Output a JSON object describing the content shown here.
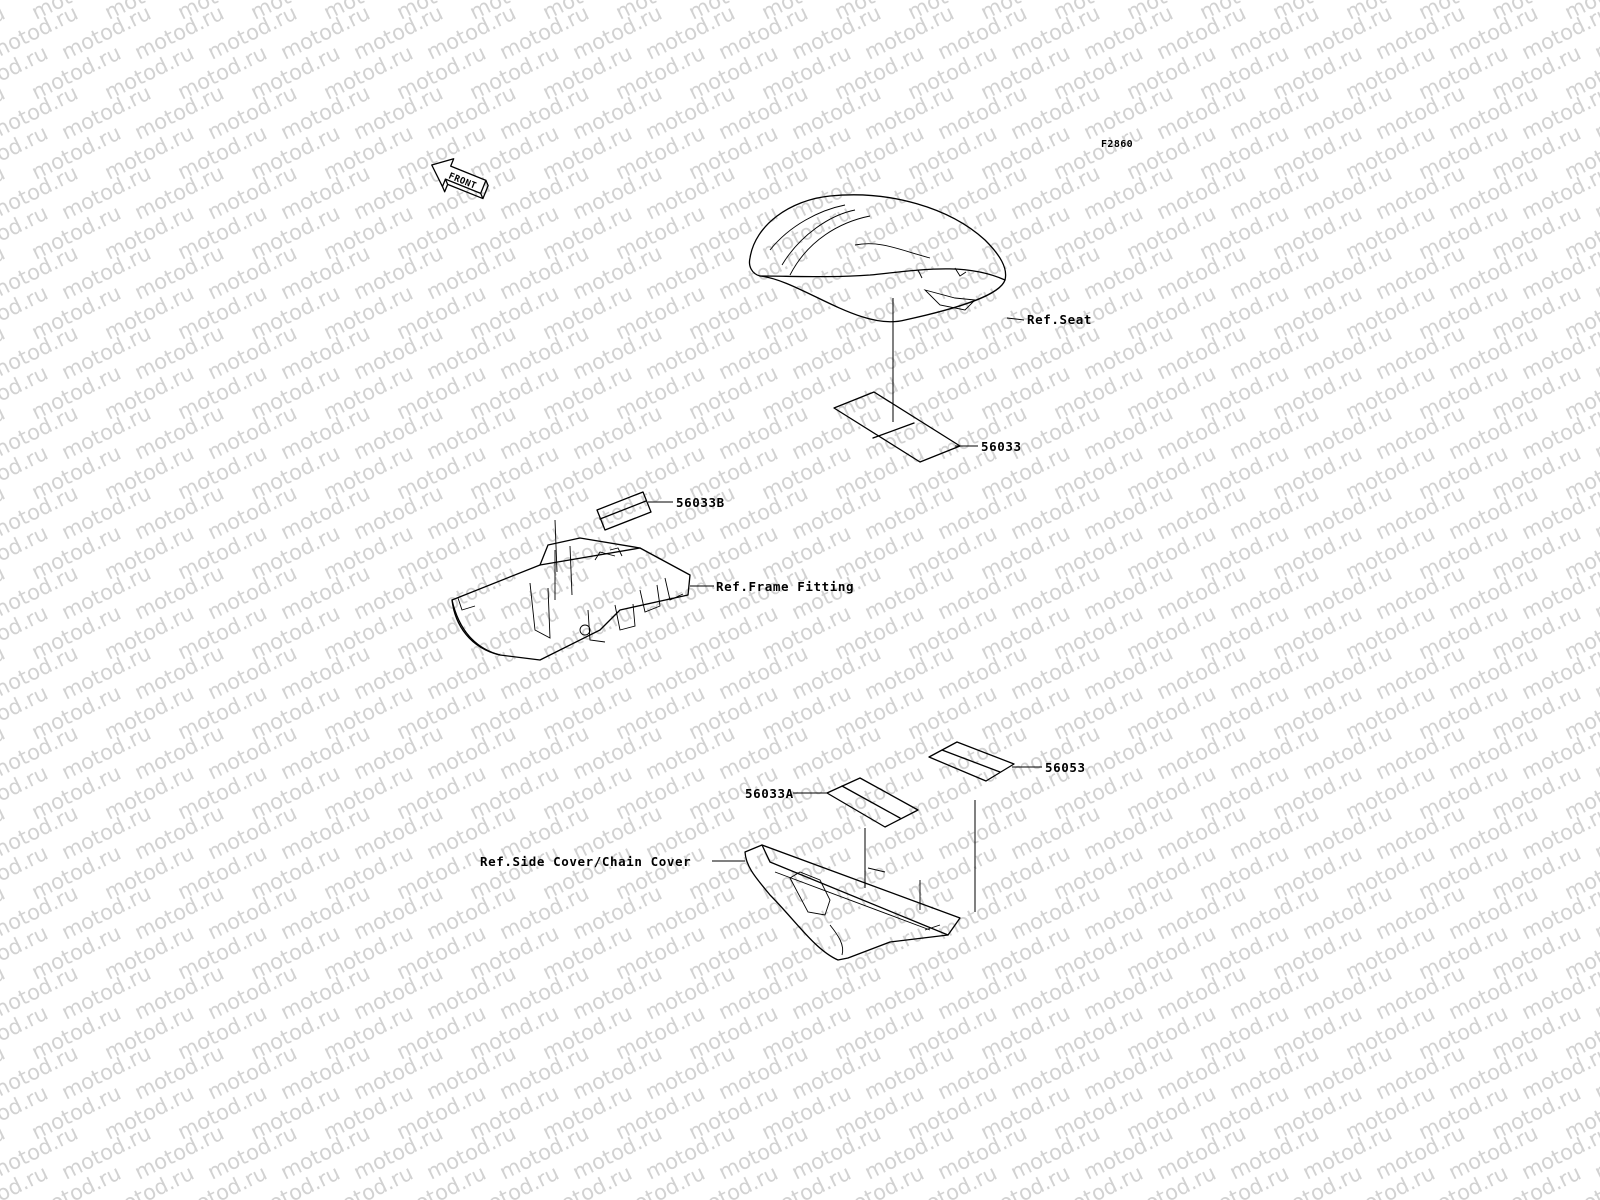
{
  "watermark": {
    "text": "motod.ru",
    "color": "#d2d2d2"
  },
  "figure_code": "F2860",
  "front_arrow": {
    "icon": "front-direction-arrow-icon",
    "text": "FRONT"
  },
  "callouts": {
    "seat": "Ref.Seat",
    "seat_label": "56033",
    "frame_label": "56033B",
    "frame_fitting": "Ref.Frame Fitting",
    "cover_label_a": "56033A",
    "cover_label_b": "56053",
    "side_cover": "Ref.Side Cover/Chain Cover"
  }
}
